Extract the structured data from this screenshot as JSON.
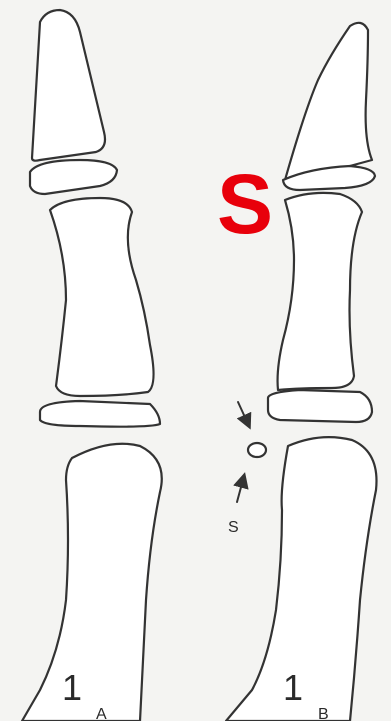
{
  "figure": {
    "panel_a": {
      "label": "A",
      "metacarpal_number": "1"
    },
    "panel_b": {
      "label": "B",
      "metacarpal_number": "1",
      "sesamoid_label": "S"
    },
    "overlay_mark": "S",
    "colors": {
      "line": "#333333",
      "overlay": "#e8000b",
      "background": "#f4f4f2"
    }
  }
}
